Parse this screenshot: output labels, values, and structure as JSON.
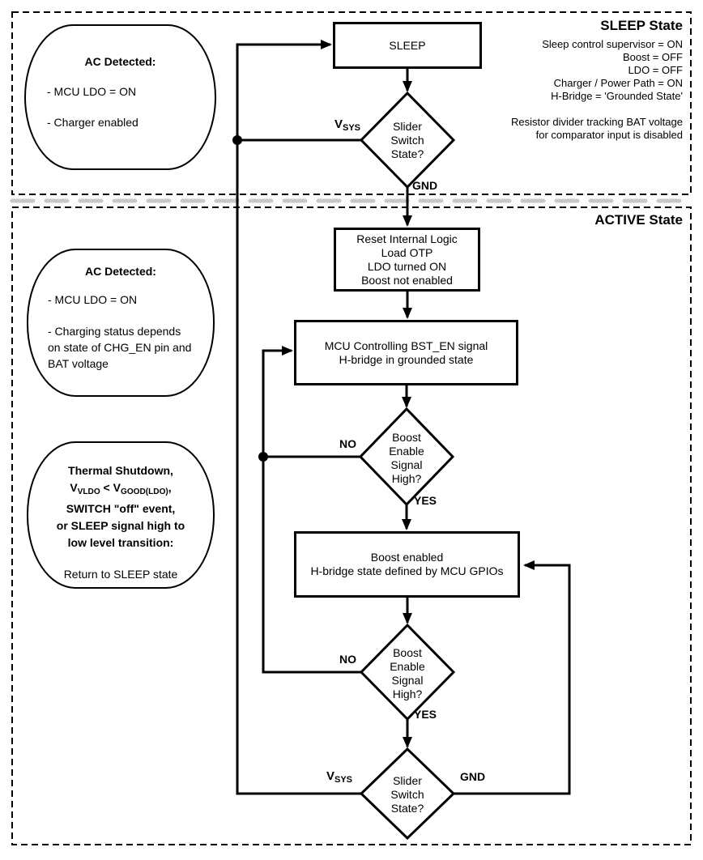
{
  "colors": {
    "line": "#000000",
    "separator": "#c8c8c8",
    "background": "#ffffff"
  },
  "sleep_section": {
    "title": "SLEEP State",
    "lines": [
      "Sleep control supervisor = ON",
      "Boost = OFF",
      "LDO = OFF",
      "Charger / Power Path = ON",
      "H-Bridge = 'Grounded State'"
    ],
    "note_lines": [
      "Resistor divider tracking BAT voltage",
      "for comparator input is disabled"
    ]
  },
  "active_section": {
    "title": "ACTIVE State"
  },
  "callouts": {
    "ac_sleep": {
      "title": "AC Detected:",
      "line1": "- MCU LDO = ON",
      "line2": "- Charger enabled"
    },
    "ac_active": {
      "title": "AC Detected:",
      "line1": "- MCU LDO = ON",
      "line2": "- Charging status depends on state of CHG_EN pin and BAT voltage"
    },
    "thermal": {
      "line1": "Thermal Shutdown,",
      "v1": "V",
      "v1_sub": "VLDO",
      "cmp": " < ",
      "v2": "V",
      "v2_sub": "GOOD(LDO)",
      "trail": ",",
      "line3": "SWITCH \"off\" event,",
      "line4": "or SLEEP signal high to",
      "line5": "low level transition:",
      "footer": "Return to SLEEP state"
    }
  },
  "nodes": {
    "sleep": {
      "label": "SLEEP"
    },
    "slider_top": {
      "line1": "Slider",
      "line2": "Switch",
      "line3": "State?"
    },
    "reset": {
      "line1": "Reset Internal Logic",
      "line2": "Load OTP",
      "line3": "LDO turned ON",
      "line4": "Boost not enabled"
    },
    "mcu": {
      "line1": "MCU Controlling BST_EN signal",
      "line2": "H-bridge in grounded state"
    },
    "boost_check1": {
      "line1": "Boost",
      "line2": "Enable",
      "line3": "Signal",
      "line4": "High?"
    },
    "boost_on": {
      "line1": "Boost enabled",
      "line2": "H-bridge state defined by MCU GPIOs"
    },
    "boost_check2": {
      "line1": "Boost",
      "line2": "Enable",
      "line3": "Signal",
      "line4": "High?"
    },
    "slider_bottom": {
      "line1": "Slider",
      "line2": "Switch",
      "line3": "State?"
    }
  },
  "edge_labels": {
    "vsys_main": "V",
    "vsys_sub": "SYS",
    "gnd": "GND",
    "no": "NO",
    "yes": "YES"
  }
}
